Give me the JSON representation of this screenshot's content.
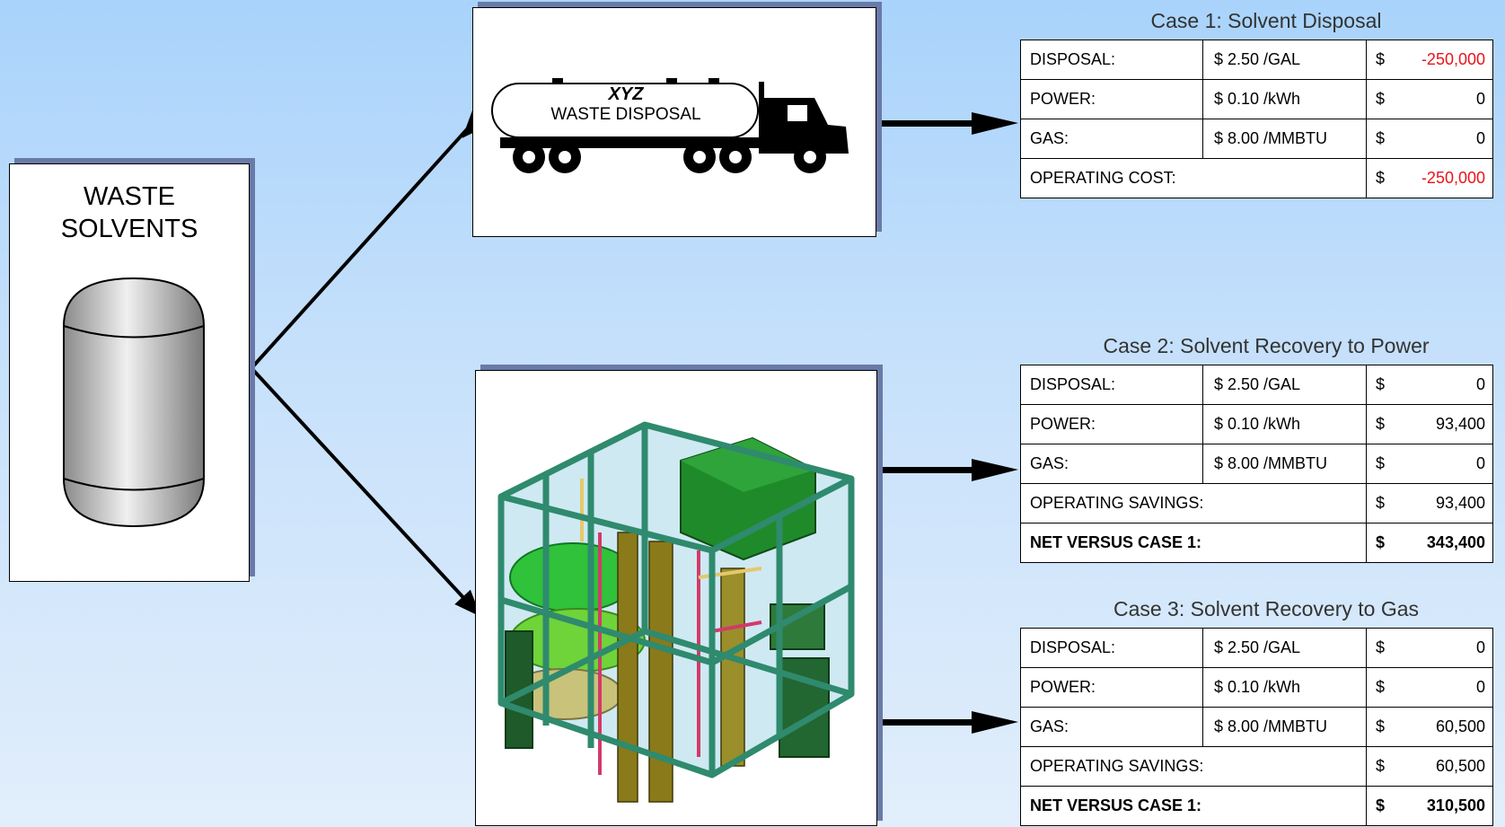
{
  "source": {
    "title": "WASTE\nSOLVENTS"
  },
  "truck": {
    "company": "XYZ",
    "label": "WASTE DISPOSAL"
  },
  "cases": [
    {
      "title": "Case 1: Solvent Disposal",
      "rows": [
        {
          "label": "DISPOSAL:",
          "rate": "$ 2.50  /GAL",
          "currency": "$",
          "value": "-250,000",
          "negative": true
        },
        {
          "label": "POWER:",
          "rate": "$ 0.10  /kWh",
          "currency": "$",
          "value": "0"
        },
        {
          "label": "GAS:",
          "rate": "$ 8.00  /MMBTU",
          "currency": "$",
          "value": "0"
        }
      ],
      "summary": [
        {
          "label": "OPERATING COST:",
          "currency": "$",
          "value": "-250,000",
          "negative": true
        }
      ]
    },
    {
      "title": "Case 2: Solvent Recovery to Power",
      "rows": [
        {
          "label": "DISPOSAL:",
          "rate": "$ 2.50  /GAL",
          "currency": "$",
          "value": "0"
        },
        {
          "label": "POWER:",
          "rate": "$ 0.10  /kWh",
          "currency": "$",
          "value": "93,400"
        },
        {
          "label": "GAS:",
          "rate": "$ 8.00  /MMBTU",
          "currency": "$",
          "value": "0"
        }
      ],
      "summary": [
        {
          "label": "OPERATING SAVINGS:",
          "currency": "$",
          "value": "93,400"
        },
        {
          "label": "NET VERSUS CASE 1:",
          "currency": "$",
          "value": "343,400",
          "bold": true
        }
      ]
    },
    {
      "title": "Case 3: Solvent Recovery to Gas",
      "rows": [
        {
          "label": "DISPOSAL:",
          "rate": "$ 2.50  /GAL",
          "currency": "$",
          "value": "0"
        },
        {
          "label": "POWER:",
          "rate": "$ 0.10  /kWh",
          "currency": "$",
          "value": "0"
        },
        {
          "label": "GAS:",
          "rate": "$ 8.00  /MMBTU",
          "currency": "$",
          "value": "60,500"
        }
      ],
      "summary": [
        {
          "label": "OPERATING SAVINGS:",
          "currency": "$",
          "value": "60,500"
        },
        {
          "label": "NET VERSUS CASE 1:",
          "currency": "$",
          "value": "310,500",
          "bold": true
        }
      ]
    }
  ],
  "colors": {
    "negative": "#e8141a",
    "shadow": "#6a7aa8",
    "frame": "#2f8a6e",
    "vessel": "#2fc23a",
    "tank": "#b0b0b0"
  },
  "icons": [
    "solvent-tank-icon",
    "tanker-truck-icon",
    "recovery-plant-icon",
    "flow-arrow-icon"
  ]
}
